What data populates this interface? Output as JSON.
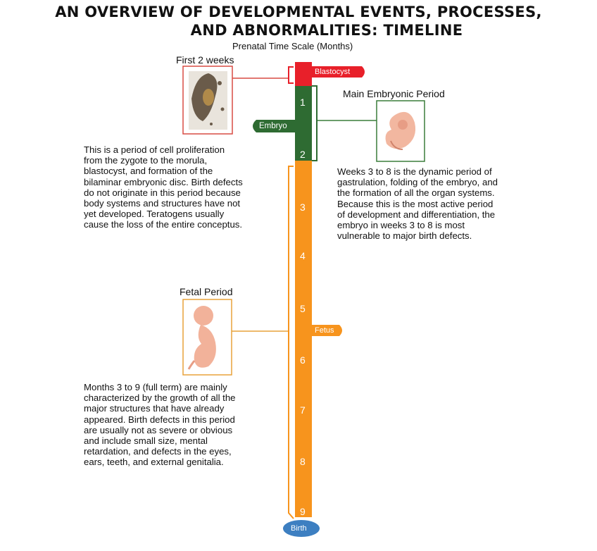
{
  "title_line1": "AN OVERVIEW OF DEVELOPMENTAL EVENTS, PROCESSES,",
  "title_line2": "AND ABNORMALITIES: TIMELINE",
  "subtitle": "Prenatal Time Scale (Months)",
  "colors": {
    "blastocyst": "#e8202a",
    "embryo": "#2e6b32",
    "fetus": "#f7941d",
    "birth": "#3d7fc1",
    "border_red": "#d94c43",
    "border_green": "#3a7d3a",
    "border_orange": "#e8a23a"
  },
  "stages": {
    "blastocyst": "Blastocyst",
    "embryo": "Embryo",
    "fetus": "Fetus",
    "birth": "Birth"
  },
  "months": [
    "1",
    "2",
    "3",
    "4",
    "5",
    "6",
    "7",
    "8",
    "9"
  ],
  "sections": {
    "first_weeks": {
      "label": "First 2 weeks",
      "text": [
        "This is a period of cell proliferation",
        "from the zygote to the morula,",
        "blastocyst, and formation of the",
        "bilaminar embryonic disc. Birth defects",
        "do not originate in this period because",
        "body systems and structures have not",
        "yet developed.  Teratogens usually",
        "cause the loss of the entire conceptus."
      ]
    },
    "embryonic": {
      "label": "Main Embryonic Period",
      "text": [
        "Weeks 3 to 8 is the dynamic period of",
        "gastrulation, folding of the embryo, and",
        "the formation of all the organ systems.",
        "Because this is the most active period",
        "of development and differentiation, the",
        "embryo in weeks 3 to 8 is most",
        "vulnerable to major birth defects."
      ]
    },
    "fetal": {
      "label": "Fetal Period",
      "text": [
        "Months 3 to 9 (full term) are mainly",
        "characterized by the growth of all the",
        "major structures that have already",
        "appeared. Birth defects in this period",
        "are usually not as severe or obvious",
        "and include small size, mental",
        "retardation, and defects in the eyes,",
        "ears, teeth, and external genitalia."
      ]
    }
  }
}
